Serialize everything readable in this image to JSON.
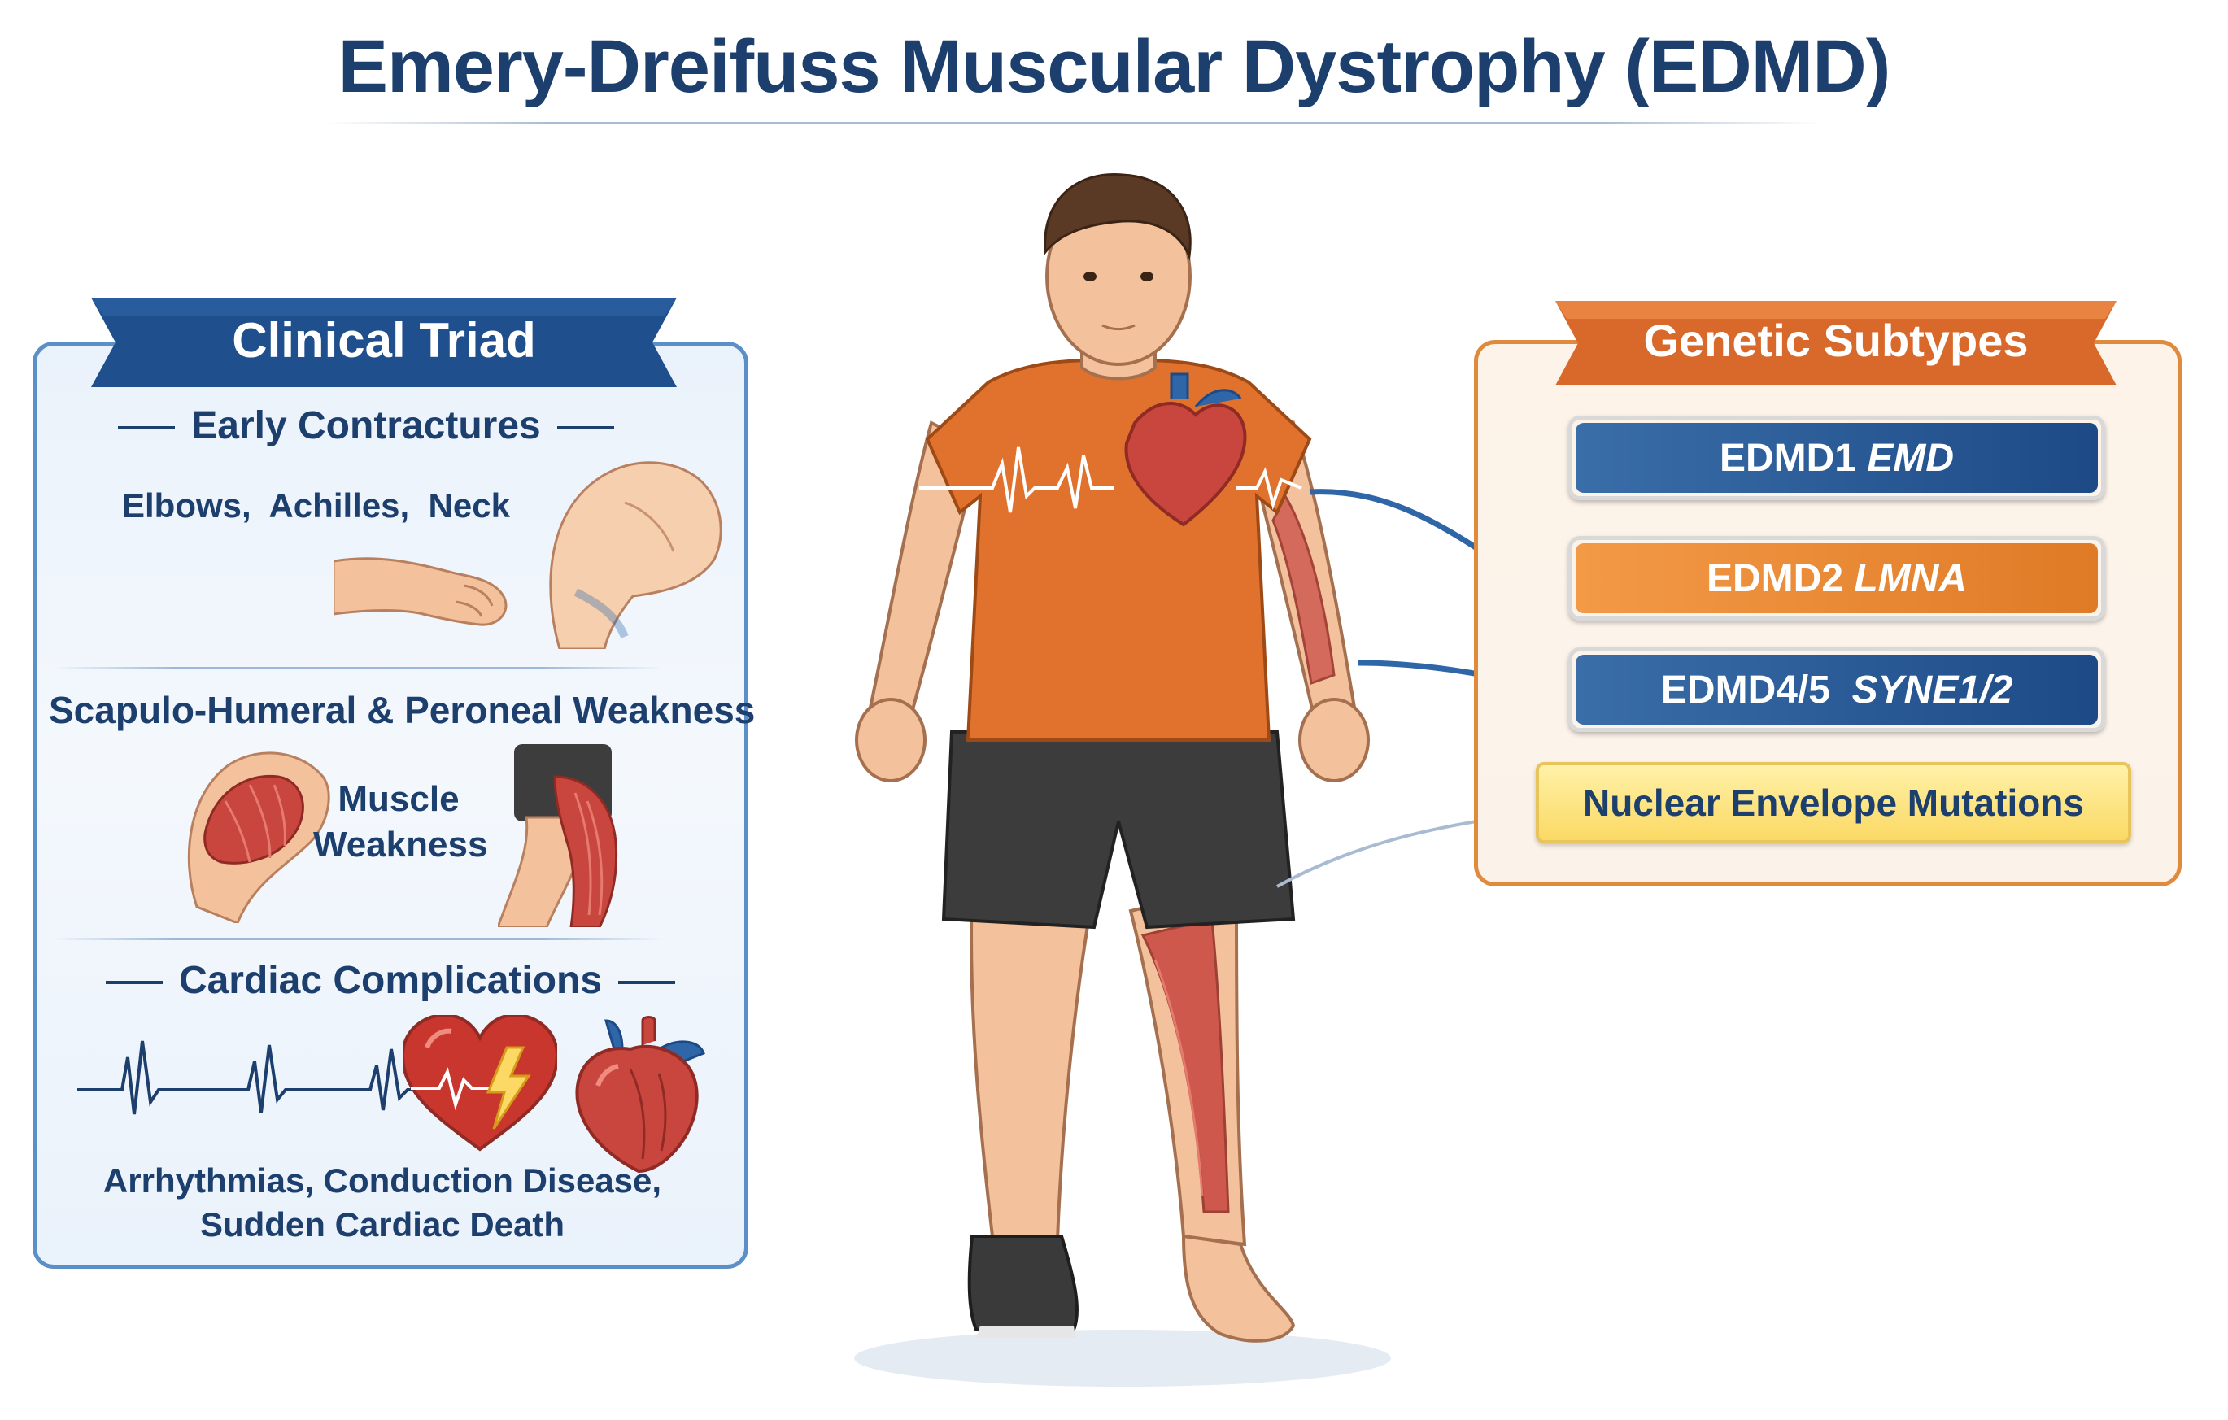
{
  "title": "Emery-Dreifuss Muscular Dystrophy (EDMD)",
  "clinical_triad": {
    "header": "Clinical Triad",
    "early_contractures": {
      "heading": "Early Contractures",
      "detail": "Elbows,  Achilles,  Neck"
    },
    "weakness": {
      "heading": "Scapulo-Humeral & Peroneal Weakness",
      "label_line1": "Muscle",
      "label_line2": "Weakness"
    },
    "cardiac": {
      "heading": "Cardiac Complications",
      "detail_line1": "Arrhythmias, Conduction Disease,",
      "detail_line2": "Sudden Cardiac Death"
    }
  },
  "genetic_subtypes": {
    "header": "Genetic Subtypes",
    "items": [
      {
        "name": "EDMD1",
        "gene": "EMD",
        "color": "#1d4a86"
      },
      {
        "name": "EDMD2",
        "gene": "LMNA",
        "color": "#e07d2a"
      },
      {
        "name": "EDMD4/5 ",
        "gene": "SYNE1/2",
        "color": "#1d4a86"
      }
    ],
    "footer": "Nuclear Envelope Mutations"
  },
  "colors": {
    "navy": "#1c3f6e",
    "blue_accent": "#2f66a8",
    "orange_accent": "#e07a2c",
    "yellow": "#fbd964",
    "shirt": "#e0722d",
    "skin": "#f3c29c",
    "muscle": "#c8463d"
  },
  "icons": [
    "arm-flex-icon",
    "knee-icon",
    "shoulder-muscle-icon",
    "leg-muscle-icon",
    "ecg-icon",
    "heart-lightning-icon",
    "anatomical-heart-icon"
  ]
}
